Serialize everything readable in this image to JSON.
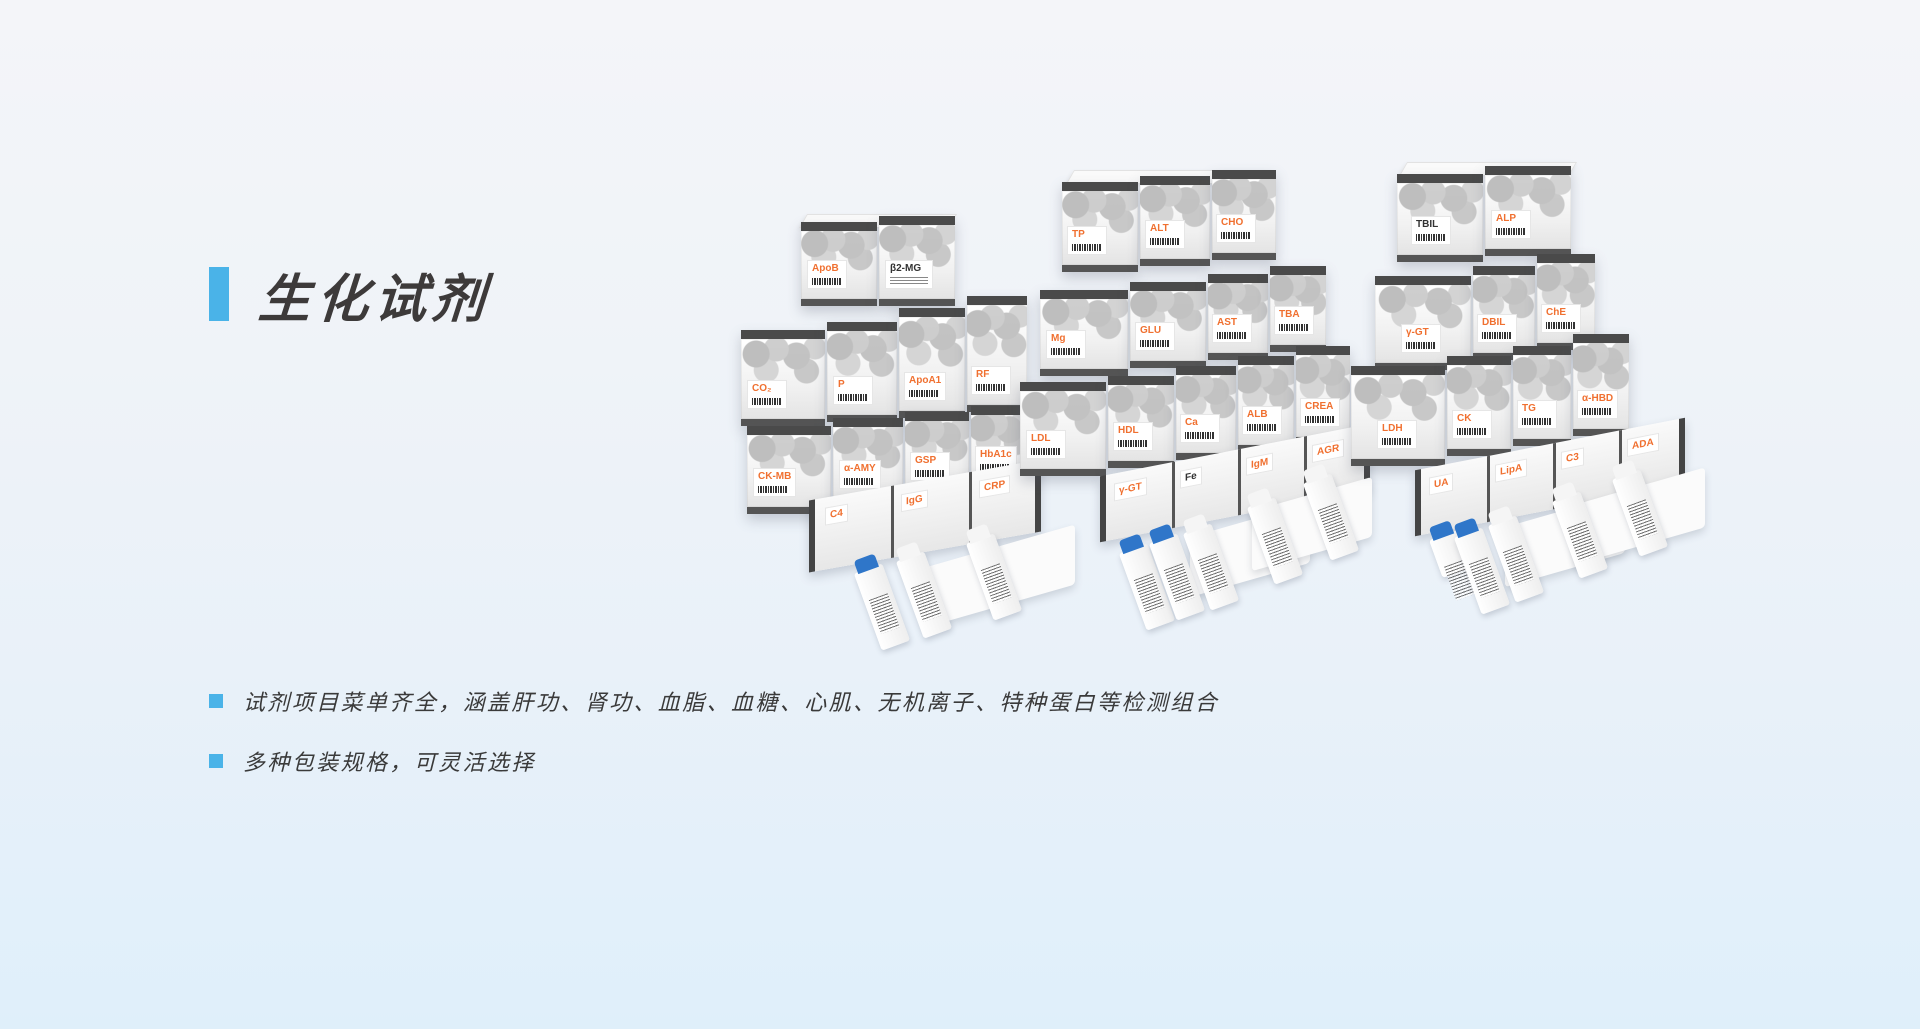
{
  "hero": {
    "title": "生化试剂",
    "accent_color": "#4ab3e8",
    "title_color": "#3d3a3a",
    "features": [
      "试剂项目菜单齐全，涵盖肝功、肾功、血脂、血糖、心肌、无机离子、特种蛋白等检测组合",
      "多种包装规格，可灵活选择"
    ]
  },
  "product_image": {
    "alt": "生化试剂产品包装组合",
    "label_color": "#f07030",
    "stacks": [
      {
        "name": "left",
        "box_labels": [
          "ApoB",
          "β2-MG",
          "CO₂",
          "P",
          "ApoA1",
          "RF",
          "CK-MB",
          "α-AMY",
          "GSP",
          "HbA1c"
        ],
        "tray_labels": [
          "C4",
          "IgG",
          "CRP"
        ]
      },
      {
        "name": "middle",
        "box_labels": [
          "TP",
          "ALT",
          "CHO",
          "Mg",
          "GLU",
          "AST",
          "TBA",
          "LDL",
          "HDL",
          "Ca",
          "ALB",
          "CREA"
        ],
        "tray_labels": [
          "γ-GT",
          "Fe",
          "IgM",
          "AGR"
        ]
      },
      {
        "name": "right",
        "box_labels": [
          "TBIL",
          "ALP",
          "γ-GT",
          "DBIL",
          "ChE",
          "LDH",
          "CK",
          "TG",
          "α-HBD"
        ],
        "tray_labels": [
          "UA",
          "LipA",
          "C3",
          "ADA"
        ]
      }
    ]
  }
}
